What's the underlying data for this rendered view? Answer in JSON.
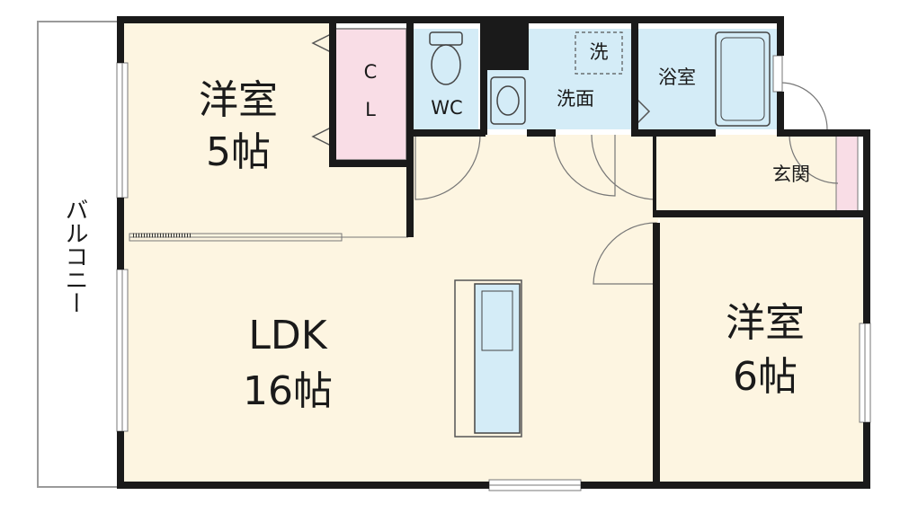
{
  "rooms": {
    "western5": {
      "name": "洋室",
      "size": "5帖"
    },
    "ldk": {
      "name": "LDK",
      "size": "16帖"
    },
    "western6": {
      "name": "洋室",
      "size": "6帖"
    },
    "closet": {
      "line1": "C",
      "line2": "L"
    },
    "wc": {
      "label": "WC"
    },
    "washroom": {
      "label": "洗面"
    },
    "laundry": {
      "label": "洗"
    },
    "bathroom": {
      "label": "浴室"
    },
    "entrance": {
      "label": "玄関"
    },
    "balcony": {
      "label": "バルコニー"
    }
  },
  "colors": {
    "floor": "#fdf5e1",
    "wet_area": "#d4ecf7",
    "closet": "#f9dde6",
    "wall": "#1a1a1a"
  }
}
